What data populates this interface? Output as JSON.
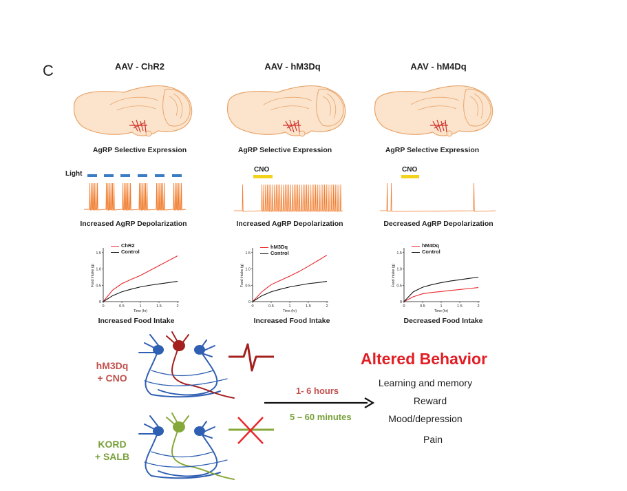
{
  "panel_letter": "C",
  "columns": [
    {
      "title": "AAV - ChR2",
      "expression": "AgRP Selective Expression",
      "pulse_label": "Light",
      "depolarization": "Increased AgRP Depolarization",
      "legend": [
        "ChR2",
        "Control"
      ],
      "intake": "Increased Food Intake"
    },
    {
      "title": "AAV - hM3Dq",
      "expression": "AgRP Selective Expression",
      "pulse_label": "CNO",
      "depolarization": "Increased AgRP Depolarization",
      "legend": [
        "hM3Dq",
        "Control"
      ],
      "intake": "Increased Food Intake"
    },
    {
      "title": "AAV - hM4Dq",
      "expression": "AgRP Selective Expression",
      "pulse_label": "CNO",
      "depolarization": "Decreased AgRP Depolarization",
      "legend": [
        "hM4Dq",
        "Control"
      ],
      "intake": "Decreased Food Intake"
    }
  ],
  "chart_axes": {
    "ylabel": "Food Intake (g)",
    "xlabel": "Time (hr)",
    "y_ticks": [
      "1.5",
      "1.0",
      "0.5",
      "0"
    ],
    "x_ticks": [
      "0",
      "0.5",
      "1",
      "1.5",
      "2"
    ]
  },
  "chart_data": [
    {
      "type": "line",
      "xlabel": "Time (hr)",
      "ylabel": "Food Intake (g)",
      "xlim": [
        0,
        2
      ],
      "ylim": [
        0,
        1.6
      ],
      "series": [
        {
          "name": "ChR2",
          "x": [
            0,
            0.25,
            0.5,
            0.75,
            1,
            1.25,
            1.5,
            1.75,
            2
          ],
          "values": [
            0,
            0.35,
            0.55,
            0.68,
            0.8,
            0.95,
            1.1,
            1.25,
            1.4
          ]
        },
        {
          "name": "Control",
          "x": [
            0,
            0.25,
            0.5,
            0.75,
            1,
            1.25,
            1.5,
            1.75,
            2
          ],
          "values": [
            0,
            0.18,
            0.3,
            0.38,
            0.45,
            0.5,
            0.54,
            0.58,
            0.62
          ]
        }
      ]
    },
    {
      "type": "line",
      "xlabel": "Time (hr)",
      "ylabel": "Food Intake (g)",
      "xlim": [
        0,
        2
      ],
      "ylim": [
        0,
        1.6
      ],
      "series": [
        {
          "name": "hM3Dq",
          "x": [
            0,
            0.25,
            0.5,
            0.75,
            1,
            1.25,
            1.5,
            1.75,
            2
          ],
          "values": [
            0,
            0.3,
            0.52,
            0.65,
            0.78,
            0.92,
            1.08,
            1.25,
            1.42
          ]
        },
        {
          "name": "Control",
          "x": [
            0,
            0.25,
            0.5,
            0.75,
            1,
            1.25,
            1.5,
            1.75,
            2
          ],
          "values": [
            0,
            0.18,
            0.3,
            0.38,
            0.45,
            0.5,
            0.55,
            0.58,
            0.62
          ]
        }
      ]
    },
    {
      "type": "line",
      "xlabel": "Time (hr)",
      "ylabel": "Food Intake (g)",
      "xlim": [
        0,
        2
      ],
      "ylim": [
        0,
        1.6
      ],
      "series": [
        {
          "name": "hM4Dq",
          "x": [
            0,
            0.25,
            0.5,
            0.75,
            1,
            1.25,
            1.5,
            1.75,
            2
          ],
          "values": [
            0,
            0.15,
            0.24,
            0.28,
            0.31,
            0.34,
            0.37,
            0.4,
            0.43
          ]
        },
        {
          "name": "Control",
          "x": [
            0,
            0.25,
            0.5,
            0.75,
            1,
            1.25,
            1.5,
            1.75,
            2
          ],
          "values": [
            0,
            0.3,
            0.44,
            0.52,
            0.58,
            0.63,
            0.67,
            0.71,
            0.75
          ]
        }
      ]
    }
  ],
  "colors": {
    "treatment": "#e8262b",
    "control": "#111111",
    "trace": "#f07a2a",
    "light_pulse": "#3b7dc4",
    "cno_pulse": "#f2d21b",
    "brain_fill": "#fbe3cc",
    "brain_stroke": "#e9a56a",
    "neuron_blue": "#2f5fb3",
    "neuron_red": "#a3201e",
    "neuron_green": "#86a83a"
  },
  "lower": {
    "excite_label": "hM3Dq\n+ CNO",
    "inhibit_label": "KORD\n+ SALB",
    "time_excite": "1- 6 hours",
    "time_inhibit": "5 – 60 minutes",
    "altered_title": "Altered Behavior",
    "behaviors": [
      "Learning and memory",
      "Reward",
      "Mood/depression",
      "Pain"
    ]
  }
}
